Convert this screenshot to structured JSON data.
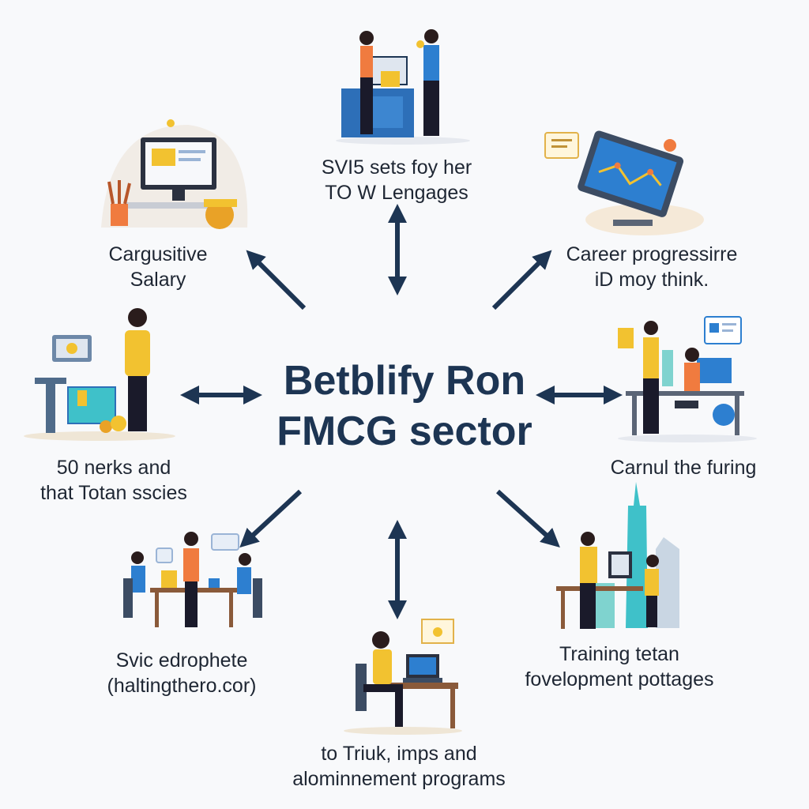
{
  "center": {
    "line1": "Betblify Ron",
    "line2": "FMCG sector"
  },
  "nodes": {
    "top": {
      "line1": "SVI5 sets foy her",
      "line2": "TO W Lengages"
    },
    "top_left": {
      "line1": "Cargusitive",
      "line2": "Salary"
    },
    "top_right": {
      "line1": "Career progressirre",
      "line2": "iD moy think."
    },
    "left": {
      "line1": "50 nerks and",
      "line2": "that Totan sscies"
    },
    "right": {
      "line1": "Carnul the furing"
    },
    "bottom_left": {
      "line1": "Svic edrophete",
      "line2": "(haltingthero.cor)"
    },
    "bottom_right": {
      "line1": "Training tetan",
      "line2": "fovelopment pottages"
    },
    "bottom": {
      "line1": "to Triuk, imps and",
      "line2": "alominnement programs"
    }
  },
  "colors": {
    "arrow": "#1d3553",
    "accent_yellow": "#f2c230",
    "accent_blue": "#2d7fd0",
    "accent_orange": "#f07b3f",
    "teal": "#3fc1c9",
    "background": "#f8f9fb"
  },
  "icons": {
    "top": "shop-counter-icon",
    "top_left": "computer-desk-icon",
    "top_right": "analytics-monitor-icon",
    "left": "retail-cart-icon",
    "right": "office-workers-icon",
    "bottom_left": "team-meeting-icon",
    "bottom_right": "city-training-icon",
    "bottom": "laptop-worker-icon"
  }
}
